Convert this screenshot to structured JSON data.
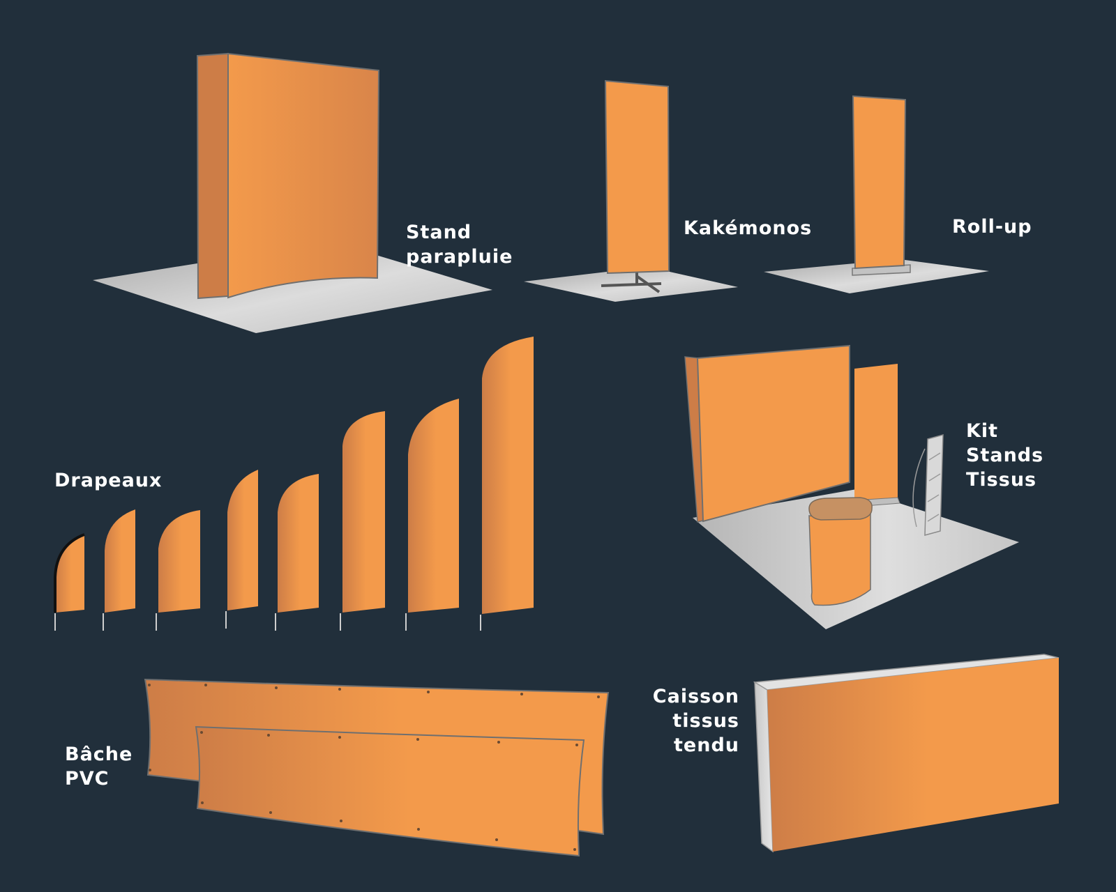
{
  "colors": {
    "background": "#212f3b",
    "panel_orange": "#f39a4b",
    "panel_orange_dark": "#cd7d47",
    "floor_light": "#dcdcdc",
    "floor_dark": "#a7a7a7",
    "outline": "#6f6f6f",
    "label": "#ffffff"
  },
  "products": {
    "stand_parapluie": {
      "line1": "Stand",
      "line2": "parapluie"
    },
    "kakemonos": {
      "line1": "Kakémonos"
    },
    "roll_up": {
      "line1": "Roll-up"
    },
    "drapeaux": {
      "line1": "Drapeaux"
    },
    "kit_stands_tissus": {
      "line1": "Kit",
      "line2": "Stands",
      "line3": "Tissus"
    },
    "bache_pvc": {
      "line1": "Bâche",
      "line2": "PVC"
    },
    "caisson_tissus_tendu": {
      "line1": "Caisson",
      "line2": "tissus",
      "line3": "tendu"
    }
  }
}
